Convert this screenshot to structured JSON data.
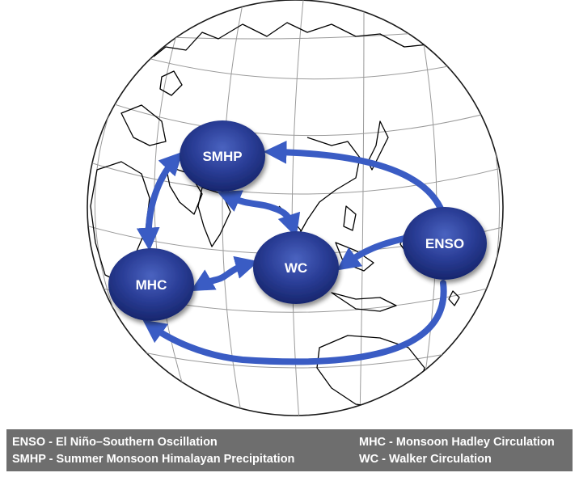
{
  "nodes": {
    "smhp": "SMHP",
    "enso": "ENSO",
    "wc": "WC",
    "mhc": "MHC"
  },
  "legend": {
    "enso": "ENSO - El Niño–Southern Oscillation",
    "smhp": "SMHP - Summer Monsoon Himalayan Precipitation",
    "mhc": "MHC - Monsoon Hadley Circulation",
    "wc": "WC - Walker Circulation"
  },
  "colors": {
    "node_fill": "#2a3d96",
    "arrow": "#3a5cc4",
    "legend_background": "#6e6e6e",
    "globe_grid": "#9a9a9a",
    "coastline": "#000000"
  },
  "connections": [
    {
      "from": "ENSO",
      "to": "SMHP",
      "direction": "one-way"
    },
    {
      "from": "ENSO",
      "to": "WC",
      "direction": "one-way"
    },
    {
      "from": "ENSO",
      "to": "MHC",
      "direction": "one-way"
    },
    {
      "from": "SMHP",
      "to": "MHC",
      "direction": "two-way"
    },
    {
      "from": "SMHP",
      "to": "WC",
      "direction": "two-way"
    },
    {
      "from": "WC",
      "to": "MHC",
      "direction": "two-way"
    }
  ]
}
